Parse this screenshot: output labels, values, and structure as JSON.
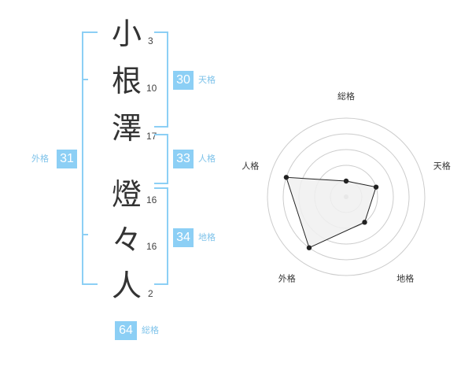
{
  "name": [
    {
      "char": "小",
      "strokes": "3"
    },
    {
      "char": "根",
      "strokes": "10"
    },
    {
      "char": "澤",
      "strokes": "17"
    },
    {
      "char": "燈",
      "strokes": "16"
    },
    {
      "char": "々",
      "strokes": "16"
    },
    {
      "char": "人",
      "strokes": "2"
    }
  ],
  "scores": {
    "tenkaku": {
      "value": "30",
      "label": "天格"
    },
    "jinkaku": {
      "value": "33",
      "label": "人格"
    },
    "chikaku": {
      "value": "34",
      "label": "地格"
    },
    "gaikaku": {
      "value": "31",
      "label": "外格"
    },
    "soukaku": {
      "value": "64",
      "label": "総格"
    }
  },
  "chart_data": {
    "type": "radar",
    "axes": [
      "総格",
      "天格",
      "地格",
      "外格",
      "人格"
    ],
    "values": [
      1,
      2,
      2,
      4,
      4
    ],
    "max": 5,
    "grid": true,
    "colors": {
      "fill": "#f0f0f0",
      "line": "#222222",
      "grid": "#cccccc",
      "center": "#bbbbbb"
    }
  }
}
